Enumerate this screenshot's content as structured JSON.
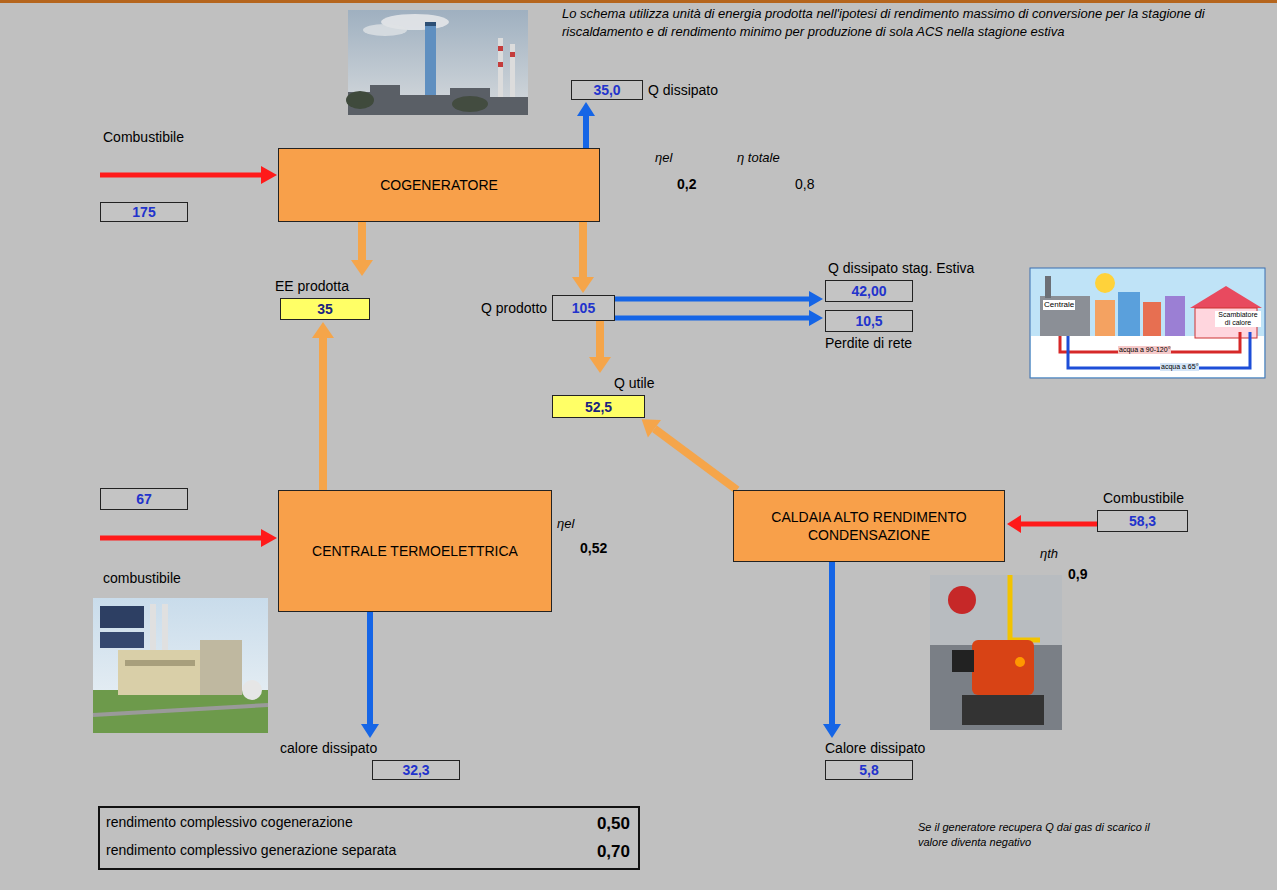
{
  "diagram": {
    "nodes": [
      {
        "text": [
          "35,0",
          "Q dissipato"
        ]
      },
      {
        "text": [
          "COGENERATORE"
        ]
      },
      {
        "text": [
          "175"
        ]
      },
      {
        "text": [
          "Q dissipato stag. Estiva",
          "42,00"
        ]
      },
      {
        "text": [
          "EE prodotta",
          "35"
        ]
      },
      {
        "text": [
          "Q prodotto",
          "105"
        ]
      },
      {
        "text": [
          "10,5",
          "Perdite di rete"
        ]
      },
      {
        "text": [
          "Q utile",
          "52,5"
        ]
      },
      {
        "text": [
          "67"
        ]
      },
      {
        "text": [
          "Combustibile",
          "58,3"
        ]
      },
      {
        "text": [
          "CALDAIA ALTO RENDIMENTO CONDENSAZIONE"
        ]
      },
      {
        "text": [
          "CENTRALE TERMOELETTRICA"
        ]
      },
      {
        "text": [
          "calore dissipato",
          "32,3"
        ]
      },
      {
        "text": [
          "Calore dissipato",
          "5,8"
        ]
      },
      {
        "text": [
          "rendimento complessivo cogenerazione",
          "0,50",
          "rendimento complessivo generazione separata",
          "0,70"
        ]
      }
    ],
    "edges": [
      {
        "from": 1,
        "to": 0,
        "arrow": "to"
      },
      {
        "from": 1,
        "to": 4,
        "arrow": "to"
      },
      {
        "from": 1,
        "to": 5,
        "arrow": "to"
      },
      {
        "from": 11,
        "to": 4,
        "arrow": "to"
      },
      {
        "from": 5,
        "to": 3,
        "arrow": "to"
      },
      {
        "from": 5,
        "to": 6,
        "arrow": "to"
      },
      {
        "from": 5,
        "to": 7,
        "arrow": "to"
      },
      {
        "from": 10,
        "to": 7,
        "arrow": "to"
      },
      {
        "from": 9,
        "to": 10,
        "arrow": "to"
      },
      {
        "from": 11,
        "to": 12,
        "arrow": "to"
      },
      {
        "from": 10,
        "to": 13,
        "arrow": "to"
      }
    ],
    "labels": [
      "Lo schema utilizza unità di energia prodotta nell'ipotesi di rendimento massimo di conversione per la stagione di riscaldamento e di rendimento minimo per produzione di sola ACS nella stagione estiva",
      "Combustibile",
      "ηel",
      "η totale",
      "0,2",
      "0,8",
      "Centrale",
      "Scambiatore di calore",
      "acqua a 90-120°",
      "acqua a 65°",
      "ηel",
      "0,52",
      "combustibile",
      "ηth",
      "0,9",
      "Se il generatore recupera Q dai gas di scarico il valore diventa negativo"
    ]
  }
}
